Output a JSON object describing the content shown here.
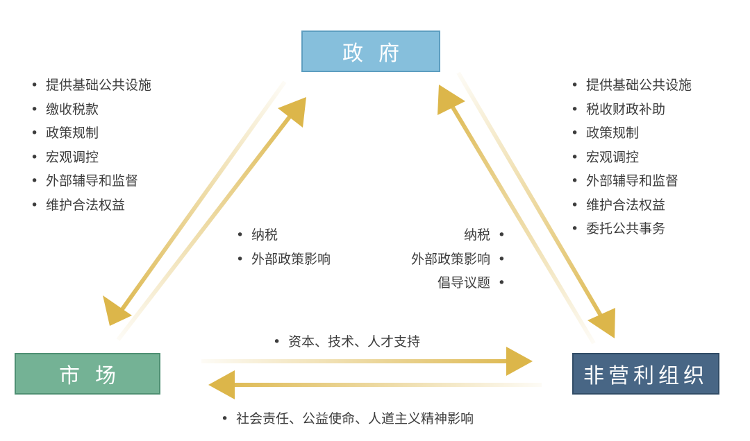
{
  "nodes": {
    "government": "政府",
    "market": "市场",
    "nonprofit": "非营利组织"
  },
  "gov_to_market": [
    "提供基础公共设施",
    "缴收税款",
    "政策规制",
    "宏观调控",
    "外部辅导和监督",
    "维护合法权益"
  ],
  "gov_to_nonprofit": [
    "提供基础公共设施",
    "税收财政补助",
    "政策规制",
    "宏观调控",
    "外部辅导和监督",
    "维护合法权益",
    "委托公共事务"
  ],
  "market_to_gov": [
    "纳税",
    "外部政策影响"
  ],
  "nonprofit_to_gov": [
    "纳税",
    "外部政策影响",
    "倡导议题"
  ],
  "market_to_nonprofit": "资本、技术、人才支持",
  "nonprofit_to_market": "社会责任、公益使命、人道主义精神影响",
  "colors": {
    "arrow": "#dcb64a",
    "government": "#86bfdc",
    "market": "#74b295",
    "nonprofit": "#486685"
  }
}
